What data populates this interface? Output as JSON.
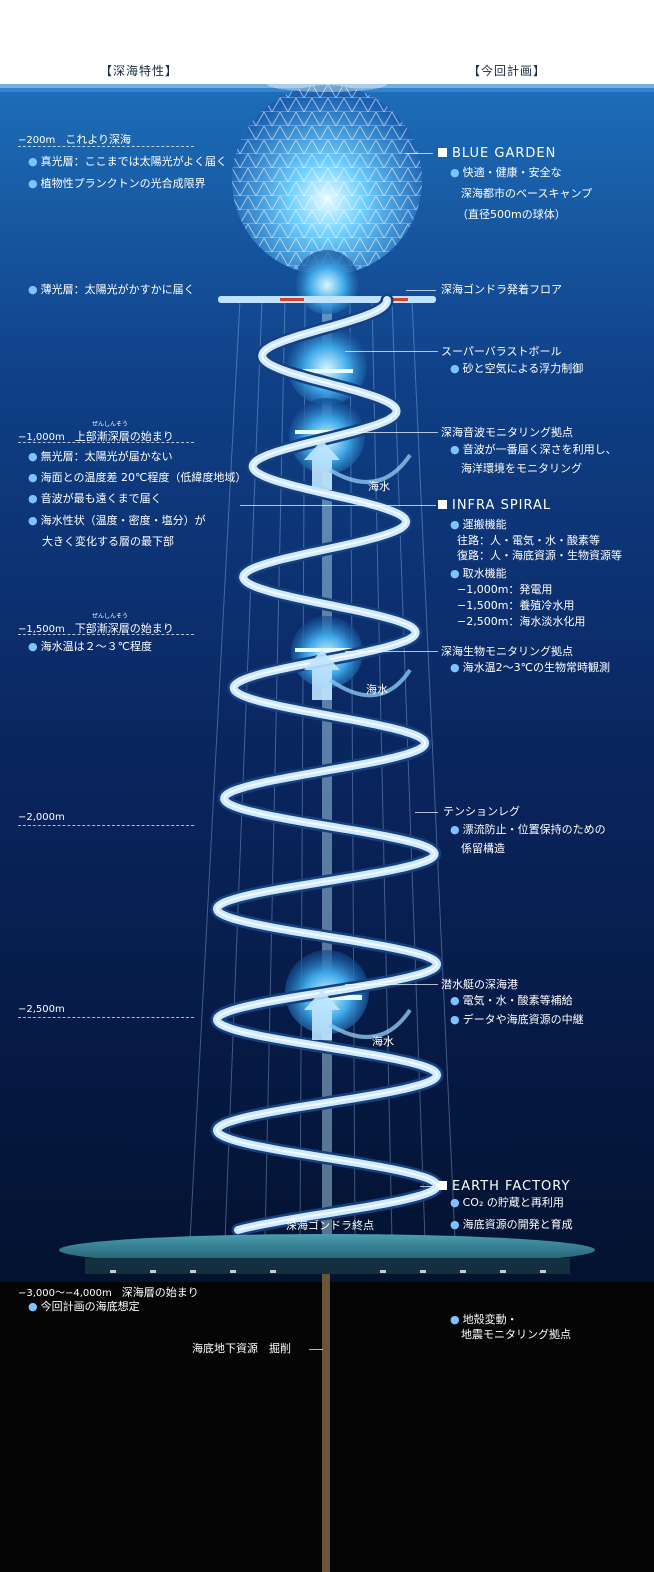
{
  "header": {
    "left": "【深海特性】",
    "right": "【今回計画】"
  },
  "depths": {
    "d200": "−200m",
    "d200_text": "これより深海",
    "d1000": "−1,000m",
    "d1000_text": "上部漸深層の始まり",
    "d1000_ruby": "ぜんしんそう",
    "d1500": "−1,500m",
    "d1500_text": "下部漸深層の始まり",
    "d1500_ruby": "ぜんしんそう",
    "d2000": "−2,000m",
    "d2500": "−2,500m",
    "d3000": "−3,000〜−4,000m",
    "d3000_text": "深海層の始まり"
  },
  "left_notes": {
    "n1": "真光層：ここまでは太陽光がよく届く",
    "n2": "植物性プランクトンの光合成限界",
    "n3": "薄光層：太陽光がかすかに届く",
    "n4": "無光層：太陽光が届かない",
    "n5": "海面との温度差 20℃程度（低緯度地域）",
    "n6": "音波が最も遠くまで届く",
    "n7": "海水性状（温度・密度・塩分）が",
    "n7b": "大きく変化する層の最下部",
    "n8": "海水温は２〜３℃程度",
    "n9": "今回計画の海底想定"
  },
  "right_labels": {
    "blue_garden": "BLUE GARDEN",
    "bg1": "快適・健康・安全な",
    "bg2": "深海都市のベースキャンプ",
    "bg3": "（直径500mの球体）",
    "gondola_floor": "深海ゴンドラ発着フロア",
    "ballast": "スーパーバラストボール",
    "ballast1": "砂と空気による浮力制御",
    "sonar": "深海音波モニタリング拠点",
    "sonar1": "音波が一番届く深さを利用し、",
    "sonar2": "海洋環境をモニタリング",
    "infra": "INFRA SPIRAL",
    "infra1": "運搬機能",
    "infra2": "往路：人・電気・水・酸素等",
    "infra3": "復路：人・海底資源・生物資源等",
    "infra4": "取水機能",
    "infra5": "−1,000m：発電用",
    "infra6": "−1,500m：養殖冷水用",
    "infra7": "−2,500m：海水淡水化用",
    "bio": "深海生物モニタリング拠点",
    "bio1": "海水温2〜3℃の生物常時観測",
    "tension": "テンションレグ",
    "tension1": "漂流防止・位置保持のための",
    "tension2": "係留構造",
    "sub": "潜水艇の深海港",
    "sub1": "電気・水・酸素等補給",
    "sub2": "データや海底資源の中継",
    "earth": "EARTH FACTORY",
    "earth1": "CO₂ の貯蔵と再利用",
    "earth2": "海底資源の開発と育成",
    "quake1": "地殻変動・",
    "quake2": "地震モニタリング拠点",
    "gondola_end": "深海ゴンドラ終点",
    "mining": "海底地下資源　掘削",
    "seawater": "海水"
  }
}
